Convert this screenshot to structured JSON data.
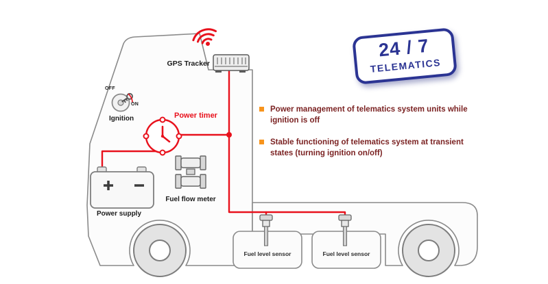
{
  "badge": {
    "top": "24 / 7",
    "bottom": "TELEMATICS"
  },
  "bullets": {
    "items": [
      {
        "text": "Power management of telematics system units while ignition is off"
      },
      {
        "text": "Stable functioning of telematics system at transient states (turning ignition on/off)"
      }
    ]
  },
  "diagram": {
    "gps_tracker": "GPS Tracker",
    "power_timer": "Power timer",
    "ignition": "Ignition",
    "off": "OFF",
    "on": "ON",
    "fuel_flow_meter": "Fuel flow meter",
    "power_supply": "Power supply",
    "fuel_sensor_left": "Fuel level sensor",
    "fuel_sensor_right": "Fuel level sensor"
  },
  "colors": {
    "wire_red": "#e8111c",
    "bullet_orange": "#f7941d",
    "text_maroon": "#7b2323",
    "badge_blue": "#2b3493",
    "outline_gray": "#8a8a8a"
  }
}
